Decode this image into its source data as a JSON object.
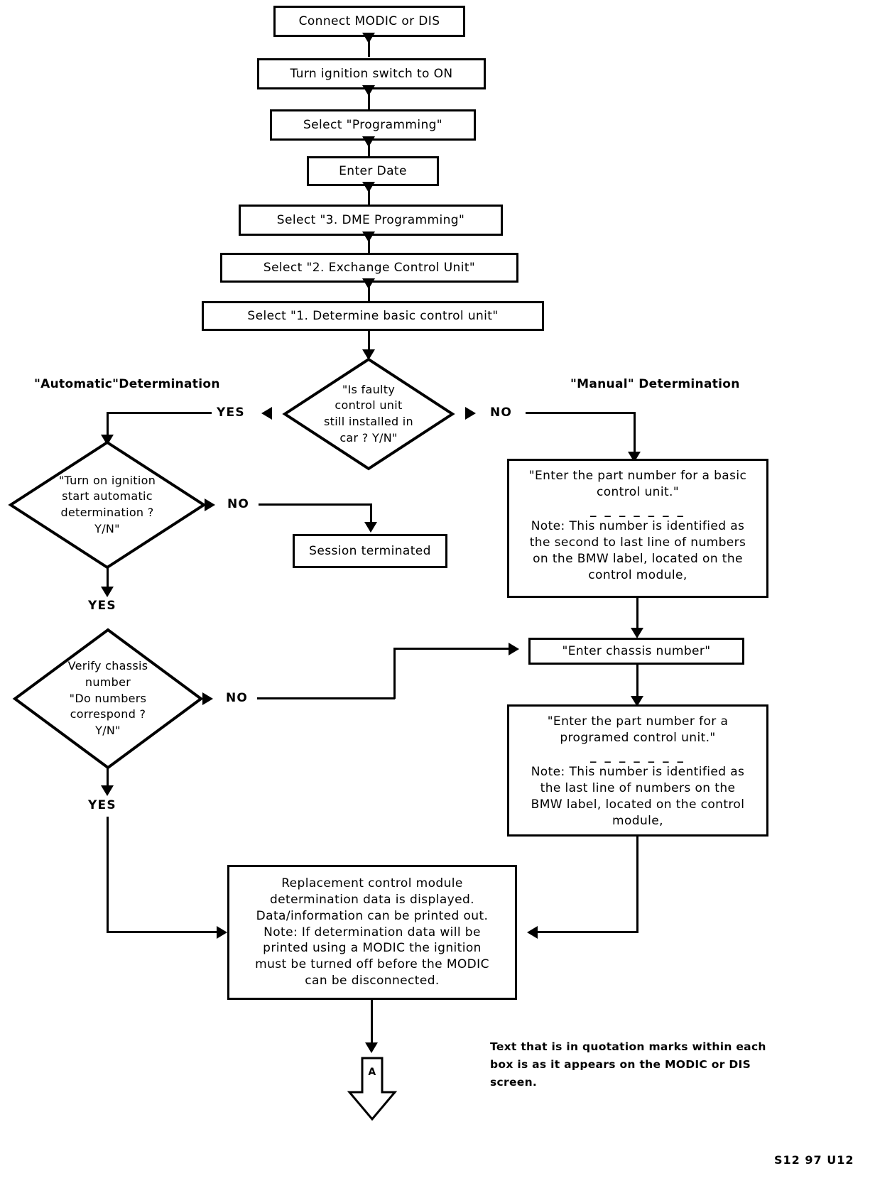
{
  "document": {
    "type": "flowchart",
    "footer_code": "S12 97 U12"
  },
  "flow": {
    "steps": [
      {
        "id": "connect",
        "label": "Connect MODIC or DIS"
      },
      {
        "id": "ignition_on",
        "label": "Turn ignition switch to ON"
      },
      {
        "id": "programming",
        "label": "Select \"Programming\""
      },
      {
        "id": "enter_date",
        "label": "Enter Date"
      },
      {
        "id": "dme_prog",
        "label": "Select \"3. DME Programming\""
      },
      {
        "id": "exchange_unit",
        "label": "Select \"2. Exchange Control Unit\""
      },
      {
        "id": "determine_unit",
        "label": "Select \"1. Determine basic control unit\""
      }
    ]
  },
  "decisions": {
    "faulty_unit": {
      "lines": [
        "\"Is faulty",
        "control unit",
        "still installed in",
        "car ? Y/N\""
      ],
      "yes_label": "YES",
      "no_label": "NO"
    },
    "turn_on_ignition": {
      "lines": [
        "\"Turn on ignition",
        "start automatic",
        "determination ?",
        "Y/N\""
      ],
      "no_label": "NO",
      "yes_label": "YES"
    },
    "verify_chassis": {
      "lines": [
        "Verify chassis",
        "number",
        "\"Do numbers",
        "correspond ?",
        "Y/N\""
      ],
      "no_label": "NO",
      "yes_label": "YES"
    }
  },
  "sections": {
    "automatic": "\"Automatic\"Determination",
    "manual": "\"Manual\" Determination"
  },
  "boxes": {
    "session_terminated": {
      "label": "Session terminated"
    },
    "basic_part_number": {
      "lines": [
        "\"Enter the part number for a basic",
        "control unit.\""
      ],
      "separator": "_ _ _ _ _ _ _",
      "note_lines": [
        "Note: This number is identified as",
        "the second to last line of numbers",
        "on the BMW label, located on the",
        "control module,"
      ]
    },
    "enter_chassis_number": {
      "label": "\"Enter chassis number\""
    },
    "programed_part_number": {
      "lines": [
        "\"Enter the part number for a",
        "programed control unit.\""
      ],
      "separator": "_ _ _ _ _ _ _",
      "note_lines": [
        "Note: This number is identified as",
        "the last line of numbers on the",
        "BMW label, located on the control",
        "module,"
      ]
    },
    "replacement_result": {
      "lines": [
        "Replacement control module",
        "determination data is displayed.",
        "Data/information can be printed out.",
        "Note: If determination data will be",
        "printed using a MODIC the ignition",
        "must be turned off before the MODIC",
        "can be disconnected."
      ]
    }
  },
  "connector": {
    "label": "A"
  },
  "legend": {
    "lines": [
      "Text that is in quotation marks within each",
      "box is as it appears on the MODIC or DIS",
      "screen."
    ]
  }
}
